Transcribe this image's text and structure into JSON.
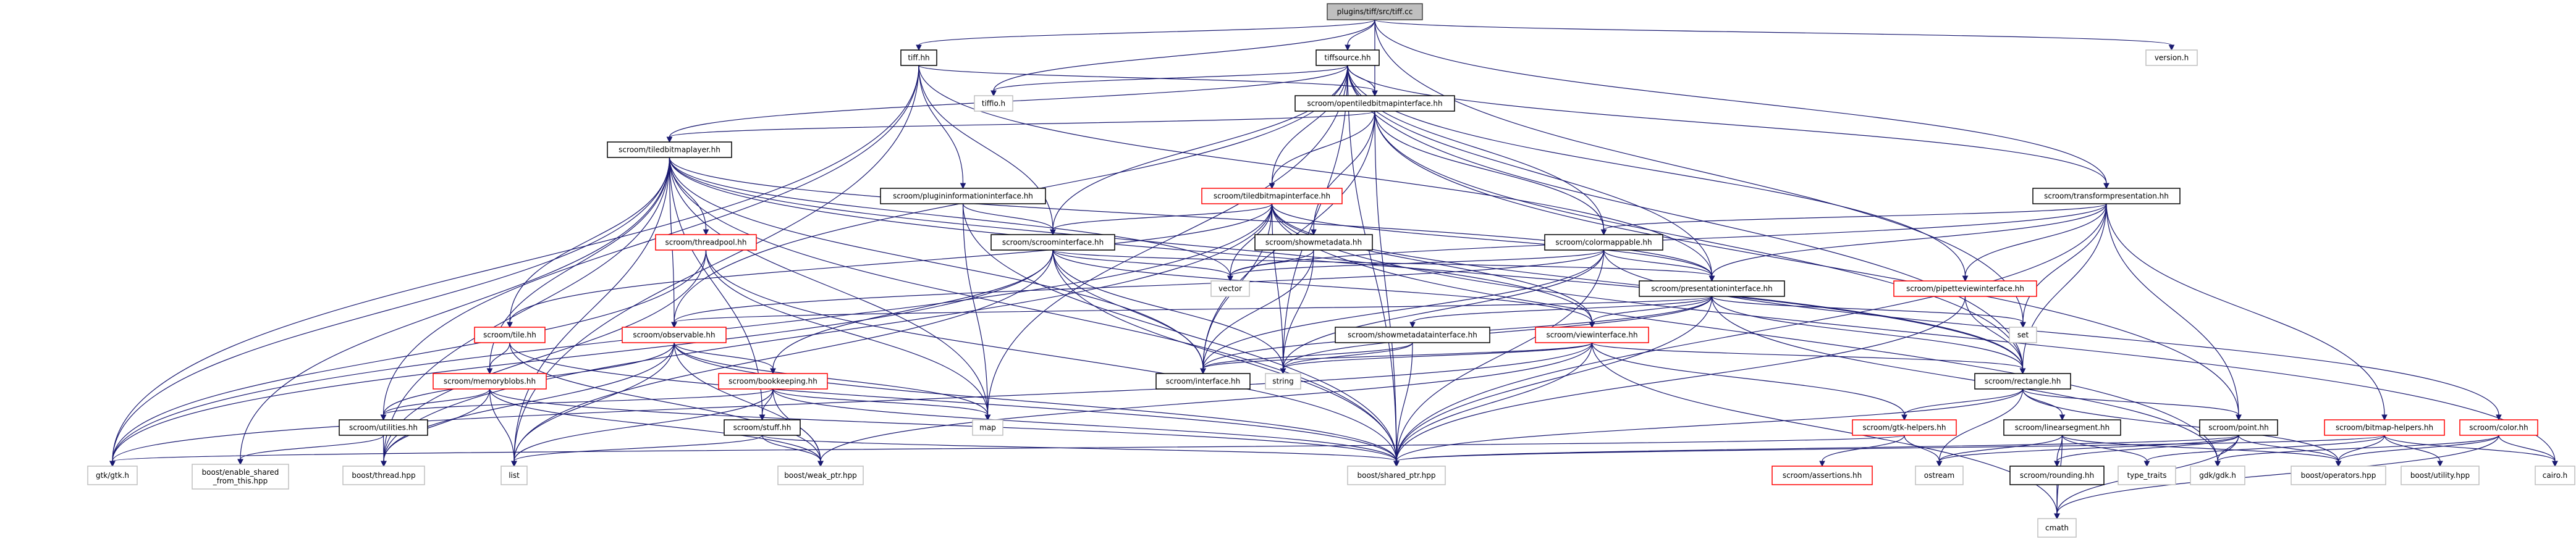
{
  "diagram": {
    "title": "Include dependency graph for plugins/tiff/src/tiff.cc",
    "colors": {
      "edge": "#191970",
      "root_fill": "#bfbfbf",
      "root_border": "#404040",
      "documented_border": "#000000",
      "incomplete_border": "#ff0000",
      "external_border": "#bfbfbf",
      "node_fill": "#ffffff"
    },
    "nodes": [
      {
        "id": "tiff_cc",
        "label": "plugins/tiff/src/tiff.cc",
        "kind": "root"
      },
      {
        "id": "tiff_hh",
        "label": "tiff.hh",
        "kind": "documented"
      },
      {
        "id": "tiffsource_hh",
        "label": "tiffsource.hh",
        "kind": "documented"
      },
      {
        "id": "version_h",
        "label": "version.h",
        "kind": "external"
      },
      {
        "id": "tiffio_h",
        "label": "tiffio.h",
        "kind": "external"
      },
      {
        "id": "opentiledbitmapinterface_hh",
        "label": "scroom/opentiledbitmapinterface.hh",
        "kind": "documented"
      },
      {
        "id": "tiledbitmaplayer_hh",
        "label": "scroom/tiledbitmaplayer.hh",
        "kind": "documented"
      },
      {
        "id": "plugininformationinterface_hh",
        "label": "scroom/plugininformationinterface.hh",
        "kind": "documented"
      },
      {
        "id": "tiledbitmapinterface_hh",
        "label": "scroom/tiledbitmapinterface.hh",
        "kind": "incomplete"
      },
      {
        "id": "transformpresentation_hh",
        "label": "scroom/transformpresentation.hh",
        "kind": "documented"
      },
      {
        "id": "threadpool_hh",
        "label": "scroom/threadpool.hh",
        "kind": "incomplete"
      },
      {
        "id": "scroominterface_hh",
        "label": "scroom/scroominterface.hh",
        "kind": "documented"
      },
      {
        "id": "showmetadata_hh",
        "label": "scroom/showmetadata.hh",
        "kind": "documented"
      },
      {
        "id": "colormappable_hh",
        "label": "scroom/colormappable.hh",
        "kind": "documented"
      },
      {
        "id": "vector",
        "label": "vector",
        "kind": "external"
      },
      {
        "id": "presentationinterface_hh",
        "label": "scroom/presentationinterface.hh",
        "kind": "documented"
      },
      {
        "id": "pipetteviewinterface_hh",
        "label": "scroom/pipetteviewinterface.hh",
        "kind": "incomplete"
      },
      {
        "id": "tile_hh",
        "label": "scroom/tile.hh",
        "kind": "incomplete"
      },
      {
        "id": "observable_hh",
        "label": "scroom/observable.hh",
        "kind": "incomplete"
      },
      {
        "id": "set",
        "label": "set",
        "kind": "external"
      },
      {
        "id": "showmetadatainterface_hh",
        "label": "scroom/showmetadatainterface.hh",
        "kind": "documented"
      },
      {
        "id": "viewinterface_hh",
        "label": "scroom/viewinterface.hh",
        "kind": "incomplete"
      },
      {
        "id": "memoryblobs_hh",
        "label": "scroom/memoryblobs.hh",
        "kind": "incomplete"
      },
      {
        "id": "bookkeeping_hh",
        "label": "scroom/bookkeeping.hh",
        "kind": "incomplete"
      },
      {
        "id": "interface_hh",
        "label": "scroom/interface.hh",
        "kind": "documented"
      },
      {
        "id": "string",
        "label": "string",
        "kind": "external"
      },
      {
        "id": "rectangle_hh",
        "label": "scroom/rectangle.hh",
        "kind": "documented"
      },
      {
        "id": "map",
        "label": "map",
        "kind": "external"
      },
      {
        "id": "utilities_hh",
        "label": "scroom/utilities.hh",
        "kind": "documented"
      },
      {
        "id": "stuff_hh",
        "label": "scroom/stuff.hh",
        "kind": "documented"
      },
      {
        "id": "gtk_helpers_hh",
        "label": "scroom/gtk-helpers.hh",
        "kind": "incomplete"
      },
      {
        "id": "linearsegment_hh",
        "label": "scroom/linearsegment.hh",
        "kind": "documented"
      },
      {
        "id": "point_hh",
        "label": "scroom/point.hh",
        "kind": "documented"
      },
      {
        "id": "bitmap_helpers_hh",
        "label": "scroom/bitmap-helpers.hh",
        "kind": "incomplete"
      },
      {
        "id": "color_hh",
        "label": "scroom/color.hh",
        "kind": "incomplete"
      },
      {
        "id": "gtk_h",
        "label": "gtk/gtk.h",
        "kind": "external"
      },
      {
        "id": "enable_shared_from_this",
        "label": "boost/enable_shared\n_from_this.hpp",
        "kind": "external"
      },
      {
        "id": "thread_hpp",
        "label": "boost/thread.hpp",
        "kind": "external"
      },
      {
        "id": "list",
        "label": "list",
        "kind": "external"
      },
      {
        "id": "weak_ptr_hpp",
        "label": "boost/weak_ptr.hpp",
        "kind": "external"
      },
      {
        "id": "shared_ptr_hpp",
        "label": "boost/shared_ptr.hpp",
        "kind": "external"
      },
      {
        "id": "assertions_hh",
        "label": "scroom/assertions.hh",
        "kind": "incomplete"
      },
      {
        "id": "ostream",
        "label": "ostream",
        "kind": "external"
      },
      {
        "id": "rounding_hh",
        "label": "scroom/rounding.hh",
        "kind": "documented"
      },
      {
        "id": "type_traits",
        "label": "type_traits",
        "kind": "external"
      },
      {
        "id": "gdk_h",
        "label": "gdk/gdk.h",
        "kind": "external"
      },
      {
        "id": "operators_hpp",
        "label": "boost/operators.hpp",
        "kind": "external"
      },
      {
        "id": "utility_hpp",
        "label": "boost/utility.hpp",
        "kind": "external"
      },
      {
        "id": "cairo_h",
        "label": "cairo.h",
        "kind": "external"
      },
      {
        "id": "cmath",
        "label": "cmath",
        "kind": "external"
      }
    ],
    "edges": [
      [
        "tiff_cc",
        "tiff_hh"
      ],
      [
        "tiff_cc",
        "tiffsource_hh"
      ],
      [
        "tiff_cc",
        "version_h"
      ],
      [
        "tiff_cc",
        "tiffio_h"
      ],
      [
        "tiff_cc",
        "opentiledbitmapinterface_hh"
      ],
      [
        "tiff_cc",
        "transformpresentation_hh"
      ],
      [
        "tiff_cc",
        "set"
      ],
      [
        "tiff_hh",
        "opentiledbitmapinterface_hh"
      ],
      [
        "tiff_hh",
        "plugininformationinterface_hh"
      ],
      [
        "tiff_hh",
        "scroominterface_hh"
      ],
      [
        "tiff_hh",
        "gtk_h"
      ],
      [
        "tiff_hh",
        "list"
      ],
      [
        "tiff_hh",
        "utilities_hh"
      ],
      [
        "tiff_hh",
        "presentationinterface_hh"
      ],
      [
        "tiffsource_hh",
        "tiffio_h"
      ],
      [
        "tiffsource_hh",
        "opentiledbitmapinterface_hh"
      ],
      [
        "tiffsource_hh",
        "tiledbitmapinterface_hh"
      ],
      [
        "tiffsource_hh",
        "colormappable_hh"
      ],
      [
        "tiffsource_hh",
        "transformpresentation_hh"
      ],
      [
        "tiffsource_hh",
        "presentationinterface_hh"
      ],
      [
        "tiffsource_hh",
        "pipetteviewinterface_hh"
      ],
      [
        "tiffsource_hh",
        "scroominterface_hh"
      ],
      [
        "tiffsource_hh",
        "string"
      ],
      [
        "tiffsource_hh",
        "tiledbitmaplayer_hh"
      ],
      [
        "tiffsource_hh",
        "observable_hh"
      ],
      [
        "tiffsource_hh",
        "map"
      ],
      [
        "tiffsource_hh",
        "shared_ptr_hpp"
      ],
      [
        "tiffsource_hh",
        "rectangle_hh"
      ],
      [
        "opentiledbitmapinterface_hh",
        "tiledbitmaplayer_hh"
      ],
      [
        "opentiledbitmapinterface_hh",
        "tiledbitmapinterface_hh"
      ],
      [
        "opentiledbitmapinterface_hh",
        "showmetadata_hh"
      ],
      [
        "opentiledbitmapinterface_hh",
        "colormappable_hh"
      ],
      [
        "opentiledbitmapinterface_hh",
        "interface_hh"
      ],
      [
        "opentiledbitmapinterface_hh",
        "point_hh"
      ],
      [
        "opentiledbitmapinterface_hh",
        "shared_ptr_hpp"
      ],
      [
        "opentiledbitmapinterface_hh",
        "rectangle_hh"
      ],
      [
        "tiledbitmaplayer_hh",
        "threadpool_hh"
      ],
      [
        "tiledbitmaplayer_hh",
        "tile_hh"
      ],
      [
        "tiledbitmaplayer_hh",
        "observable_hh"
      ],
      [
        "tiledbitmaplayer_hh",
        "memoryblobs_hh"
      ],
      [
        "tiledbitmaplayer_hh",
        "stuff_hh"
      ],
      [
        "tiledbitmaplayer_hh",
        "gtk_h"
      ],
      [
        "tiledbitmaplayer_hh",
        "thread_hpp"
      ],
      [
        "tiledbitmaplayer_hh",
        "vector"
      ],
      [
        "tiledbitmaplayer_hh",
        "map"
      ],
      [
        "tiledbitmaplayer_hh",
        "enable_shared_from_this"
      ],
      [
        "tiledbitmaplayer_hh",
        "presentationinterface_hh"
      ],
      [
        "tiledbitmaplayer_hh",
        "viewinterface_hh"
      ],
      [
        "tiledbitmaplayer_hh",
        "shared_ptr_hpp"
      ],
      [
        "tiledbitmaplayer_hh",
        "list"
      ],
      [
        "tiledbitmaplayer_hh",
        "interface_hh"
      ],
      [
        "tiledbitmaplayer_hh",
        "rectangle_hh"
      ],
      [
        "plugininformationinterface_hh",
        "scroominterface_hh"
      ],
      [
        "plugininformationinterface_hh",
        "map"
      ],
      [
        "plugininformationinterface_hh",
        "shared_ptr_hpp"
      ],
      [
        "tiledbitmapinterface_hh",
        "scroominterface_hh"
      ],
      [
        "tiledbitmapinterface_hh",
        "vector"
      ],
      [
        "tiledbitmapinterface_hh",
        "interface_hh"
      ],
      [
        "tiledbitmapinterface_hh",
        "string"
      ],
      [
        "tiledbitmapinterface_hh",
        "presentationinterface_hh"
      ],
      [
        "tiledbitmapinterface_hh",
        "viewinterface_hh"
      ],
      [
        "tiledbitmapinterface_hh",
        "tile_hh"
      ],
      [
        "tiledbitmapinterface_hh",
        "gtk_h"
      ],
      [
        "tiledbitmapinterface_hh",
        "rectangle_hh"
      ],
      [
        "tiledbitmapinterface_hh",
        "gdk_h"
      ],
      [
        "tiledbitmapinterface_hh",
        "cairo_h"
      ],
      [
        "tiledbitmapinterface_hh",
        "thread_hpp"
      ],
      [
        "transformpresentation_hh",
        "presentationinterface_hh"
      ],
      [
        "transformpresentation_hh",
        "pipetteviewinterface_hh"
      ],
      [
        "transformpresentation_hh",
        "rectangle_hh"
      ],
      [
        "transformpresentation_hh",
        "point_hh"
      ],
      [
        "transformpresentation_hh",
        "bitmap_helpers_hh"
      ],
      [
        "transformpresentation_hh",
        "colormappable_hh"
      ],
      [
        "transformpresentation_hh",
        "shared_ptr_hpp"
      ],
      [
        "transformpresentation_hh",
        "set"
      ],
      [
        "transformpresentation_hh",
        "vector"
      ],
      [
        "threadpool_hh",
        "gtk_h"
      ],
      [
        "threadpool_hh",
        "map"
      ],
      [
        "threadpool_hh",
        "thread_hpp"
      ],
      [
        "threadpool_hh",
        "shared_ptr_hpp"
      ],
      [
        "scroominterface_hh",
        "interface_hh"
      ],
      [
        "scroominterface_hh",
        "string"
      ],
      [
        "scroominterface_hh",
        "shared_ptr_hpp"
      ],
      [
        "scroominterface_hh",
        "bookkeeping_hh"
      ],
      [
        "scroominterface_hh",
        "presentationinterface_hh"
      ],
      [
        "scroominterface_hh",
        "viewinterface_hh"
      ],
      [
        "scroominterface_hh",
        "gtk_h"
      ],
      [
        "scroominterface_hh",
        "vector"
      ],
      [
        "scroominterface_hh",
        "list"
      ],
      [
        "showmetadata_hh",
        "vector"
      ],
      [
        "showmetadata_hh",
        "interface_hh"
      ],
      [
        "showmetadata_hh",
        "string"
      ],
      [
        "colormappable_hh",
        "presentationinterface_hh"
      ],
      [
        "colormappable_hh",
        "observable_hh"
      ],
      [
        "colormappable_hh",
        "color_hh"
      ],
      [
        "colormappable_hh",
        "vector"
      ],
      [
        "colormappable_hh",
        "interface_hh"
      ],
      [
        "colormappable_hh",
        "shared_ptr_hpp"
      ],
      [
        "colormappable_hh",
        "string"
      ],
      [
        "presentationinterface_hh",
        "viewinterface_hh"
      ],
      [
        "presentationinterface_hh",
        "observable_hh"
      ],
      [
        "presentationinterface_hh",
        "rectangle_hh"
      ],
      [
        "presentationinterface_hh",
        "set"
      ],
      [
        "presentationinterface_hh",
        "string"
      ],
      [
        "presentationinterface_hh",
        "shared_ptr_hpp"
      ],
      [
        "presentationinterface_hh",
        "interface_hh"
      ],
      [
        "presentationinterface_hh",
        "showmetadatainterface_hh"
      ],
      [
        "presentationinterface_hh",
        "gdk_h"
      ],
      [
        "pipetteviewinterface_hh",
        "rectangle_hh"
      ],
      [
        "pipetteviewinterface_hh",
        "shared_ptr_hpp"
      ],
      [
        "tile_hh",
        "memoryblobs_hh"
      ],
      [
        "tile_hh",
        "shared_ptr_hpp"
      ],
      [
        "tile_hh",
        "weak_ptr_hpp"
      ],
      [
        "observable_hh",
        "bookkeeping_hh"
      ],
      [
        "observable_hh",
        "list"
      ],
      [
        "observable_hh",
        "utilities_hh"
      ],
      [
        "observable_hh",
        "weak_ptr_hpp"
      ],
      [
        "observable_hh",
        "shared_ptr_hpp"
      ],
      [
        "observable_hh",
        "thread_hpp"
      ],
      [
        "observable_hh",
        "map"
      ],
      [
        "showmetadatainterface_hh",
        "interface_hh"
      ],
      [
        "showmetadatainterface_hh",
        "string"
      ],
      [
        "showmetadatainterface_hh",
        "shared_ptr_hpp"
      ],
      [
        "viewinterface_hh",
        "interface_hh"
      ],
      [
        "viewinterface_hh",
        "string"
      ],
      [
        "viewinterface_hh",
        "rectangle_hh"
      ],
      [
        "viewinterface_hh",
        "gtk_helpers_hh"
      ],
      [
        "viewinterface_hh",
        "shared_ptr_hpp"
      ],
      [
        "viewinterface_hh",
        "gtk_h"
      ],
      [
        "viewinterface_hh",
        "cmath"
      ],
      [
        "viewinterface_hh",
        "weak_ptr_hpp"
      ],
      [
        "memoryblobs_hh",
        "utilities_hh"
      ],
      [
        "memoryblobs_hh",
        "list"
      ],
      [
        "memoryblobs_hh",
        "thread_hpp"
      ],
      [
        "memoryblobs_hh",
        "shared_ptr_hpp"
      ],
      [
        "memoryblobs_hh",
        "weak_ptr_hpp"
      ],
      [
        "bookkeeping_hh",
        "stuff_hh"
      ],
      [
        "bookkeeping_hh",
        "utilities_hh"
      ],
      [
        "bookkeeping_hh",
        "map"
      ],
      [
        "bookkeeping_hh",
        "list"
      ],
      [
        "bookkeeping_hh",
        "weak_ptr_hpp"
      ],
      [
        "bookkeeping_hh",
        "shared_ptr_hpp"
      ],
      [
        "rectangle_hh",
        "gtk_helpers_hh"
      ],
      [
        "rectangle_hh",
        "linearsegment_hh"
      ],
      [
        "rectangle_hh",
        "point_hh"
      ],
      [
        "rectangle_hh",
        "ostream"
      ],
      [
        "rectangle_hh",
        "operators_hpp"
      ],
      [
        "rectangle_hh",
        "shared_ptr_hpp"
      ],
      [
        "utilities_hh",
        "enable_shared_from_this"
      ],
      [
        "utilities_hh",
        "thread_hpp"
      ],
      [
        "stuff_hh",
        "list"
      ],
      [
        "stuff_hh",
        "weak_ptr_hpp"
      ],
      [
        "stuff_hh",
        "shared_ptr_hpp"
      ],
      [
        "gtk_helpers_hh",
        "assertions_hh"
      ],
      [
        "gtk_helpers_hh",
        "ostream"
      ],
      [
        "gtk_helpers_hh",
        "gtk_h"
      ],
      [
        "linearsegment_hh",
        "rounding_hh"
      ],
      [
        "linearsegment_hh",
        "ostream"
      ],
      [
        "linearsegment_hh",
        "type_traits"
      ],
      [
        "linearsegment_hh",
        "operators_hpp"
      ],
      [
        "linearsegment_hh",
        "cmath"
      ],
      [
        "point_hh",
        "gdk_h"
      ],
      [
        "point_hh",
        "operators_hpp"
      ],
      [
        "point_hh",
        "rounding_hh"
      ],
      [
        "point_hh",
        "cmath"
      ],
      [
        "point_hh",
        "ostream"
      ],
      [
        "point_hh",
        "shared_ptr_hpp"
      ],
      [
        "bitmap_helpers_hh",
        "operators_hpp"
      ],
      [
        "bitmap_helpers_hh",
        "utility_hpp"
      ],
      [
        "bitmap_helpers_hh",
        "cairo_h"
      ],
      [
        "bitmap_helpers_hh",
        "type_traits"
      ],
      [
        "bitmap_helpers_hh",
        "shared_ptr_hpp"
      ],
      [
        "color_hh",
        "cairo_h"
      ],
      [
        "color_hh",
        "operators_hpp"
      ],
      [
        "color_hh",
        "gdk_h"
      ],
      [
        "color_hh",
        "cmath"
      ],
      [
        "rounding_hh",
        "cmath"
      ]
    ]
  }
}
